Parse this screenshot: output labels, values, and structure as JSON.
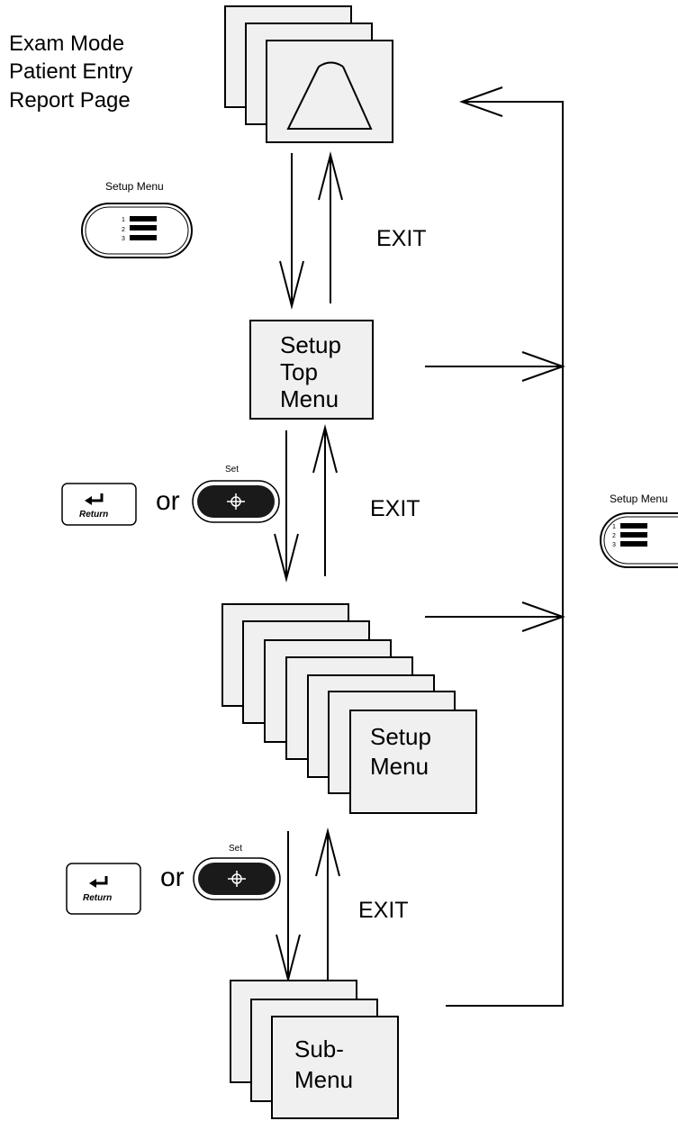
{
  "screens_label": {
    "line1": "Exam Mode",
    "line2": "Patient Entry",
    "line3": "Report Page"
  },
  "setup_top_menu": {
    "line1": "Setup",
    "line2": "Top",
    "line3": "Menu"
  },
  "setup_menu": {
    "line1": "Setup",
    "line2": "Menu"
  },
  "sub_menu": {
    "line1": "Sub-",
    "line2": "Menu"
  },
  "exit_labels": [
    "EXIT",
    "EXIT",
    "EXIT"
  ],
  "setup_menu_key": {
    "caption": "Setup Menu",
    "numbers": [
      "1",
      "2",
      "3"
    ]
  },
  "set_key": {
    "caption": "Set",
    "icon": "crosshair-icon"
  },
  "return_key": {
    "label": "Return",
    "icon": "return-arrow-icon"
  },
  "or_text": "or"
}
